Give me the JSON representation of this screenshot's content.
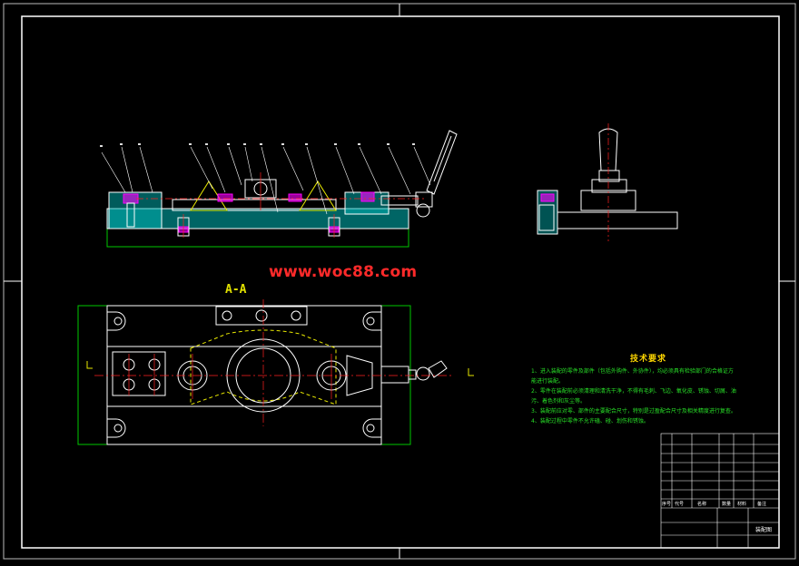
{
  "watermark": "www.woc88.com",
  "section_label": "A-A",
  "tech_requirements": {
    "title": "技术要求",
    "notes": [
      "1、进入装配的零件及部件（包括外购件、外协件），均必须具有检验部门的合格证方",
      "能进行装配。",
      "2、零件在装配前必须清理和清洗干净，不得有毛刺、飞边、氧化皮、锈蚀、切屑、油",
      "污、着色剂和灰尘等。",
      "3、装配前应对零、部件的主要配合尺寸，特别是过盈配合尺寸及相关精度进行复查。",
      "4、装配过程中零件不允许磕、碰、划伤和锈蚀。"
    ]
  },
  "title_block": {
    "drawing_name": "装配图",
    "headers": [
      "序号",
      "代号",
      "名称",
      "数量",
      "材料",
      "备注"
    ]
  },
  "colors": {
    "background": "#000000",
    "frame": "#ffffff",
    "part_outline": "#ffffff",
    "section_fill": "#00c8c8",
    "base_outline": "#00c800",
    "centerline": "#ff2020",
    "weld_yellow": "#e8e800",
    "magenta": "#ff00ff",
    "notes_text": "#28e028",
    "title_text": "#ffd700"
  }
}
